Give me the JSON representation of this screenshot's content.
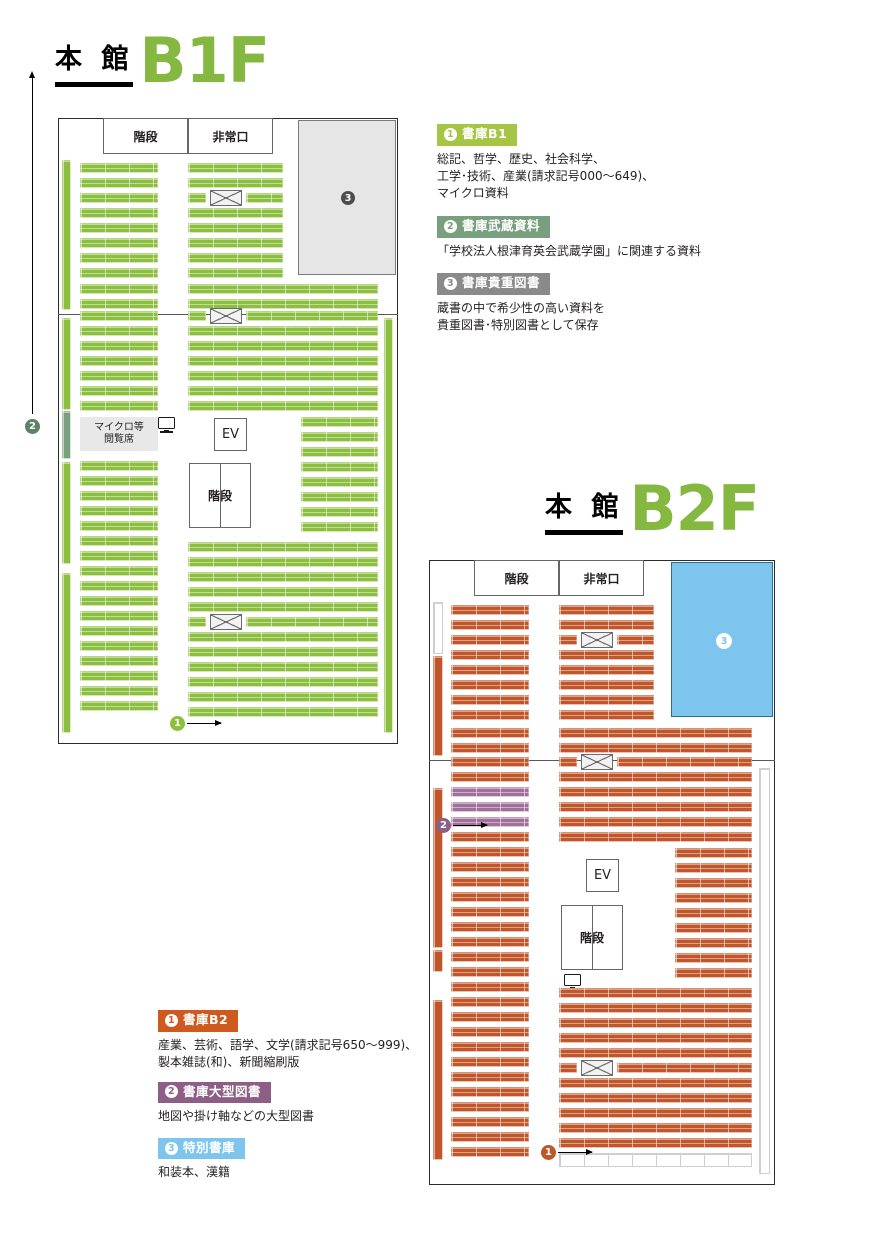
{
  "floors": [
    {
      "id": "b1f",
      "building_label": "本 館",
      "floor_label": "B1F",
      "rooms": {
        "stairs": "階段",
        "emergency_exit": "非常口",
        "elevator": "EV",
        "micro_seat": "マイクロ等\n閲覧席"
      },
      "zone_badge": "3",
      "marker_1": "1",
      "marker_2": "2"
    },
    {
      "id": "b2f",
      "building_label": "本 館",
      "floor_label": "B2F",
      "rooms": {
        "stairs": "階段",
        "emergency_exit": "非常口",
        "elevator": "EV"
      },
      "zone_badge": "3",
      "marker_1": "1",
      "marker_2": "2"
    }
  ],
  "legend_b1f": [
    {
      "num": "1",
      "title": "書庫B1",
      "color": "#a7c545",
      "body": "総記、哲学、歴史、社会科学、\n工学･技術、産業(請求記号000～649)、\nマイクロ資料"
    },
    {
      "num": "2",
      "title": "書庫武蔵資料",
      "color": "#79a07e",
      "body": "「学校法人根津育英会武蔵学園」に関連する資料"
    },
    {
      "num": "3",
      "title": "書庫貴重図書",
      "color": "#8a8a8a",
      "body": "蔵書の中で希少性の高い資料を\n貴重図書･特別図書として保存"
    }
  ],
  "legend_b2f": [
    {
      "num": "1",
      "title": "書庫B2",
      "color": "#cf5a1e",
      "body": "産業、芸術、語学、文学(請求記号650～999)、\n製本雑誌(和)、新聞縮刷版"
    },
    {
      "num": "2",
      "title": "書庫大型図書",
      "color": "#8e5f86",
      "body": "地図や掛け軸などの大型図書"
    },
    {
      "num": "3",
      "title": "特別書庫",
      "color": "#7ec5ee",
      "body": "和装本、漢籍"
    }
  ],
  "colors": {
    "green_shelf": "#8cbf3f",
    "orange_shelf": "#c0562a",
    "purple_shelf": "#a0709a",
    "sage_shelf": "#79a07e",
    "gray_zone": "#e6e6e6",
    "blue_zone": "#7ec5ee",
    "title_green": "#84b840"
  }
}
